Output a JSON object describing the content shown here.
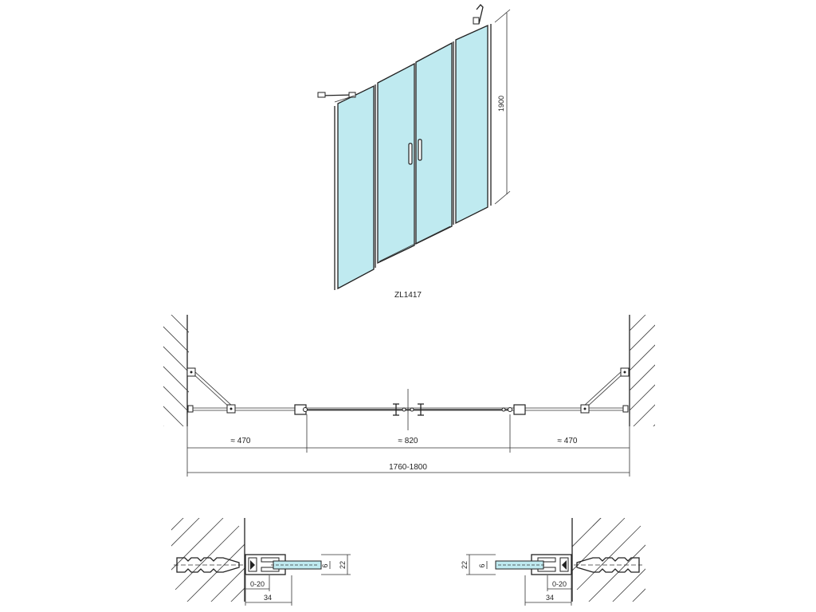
{
  "model_label": "ZL1417",
  "height_label": "1900",
  "plan": {
    "dim_left": "≈ 470",
    "dim_center": "≈ 820",
    "dim_right": "≈ 470",
    "dim_total": "1760-1800"
  },
  "details": {
    "left": {
      "glass": "6",
      "profile": "22",
      "adjust": "0-20",
      "depth": "34"
    },
    "right": {
      "glass": "6",
      "profile": "22",
      "adjust": "0-20",
      "depth": "34"
    }
  },
  "colors": {
    "glass": "#bfeaf0",
    "line": "#222222"
  }
}
